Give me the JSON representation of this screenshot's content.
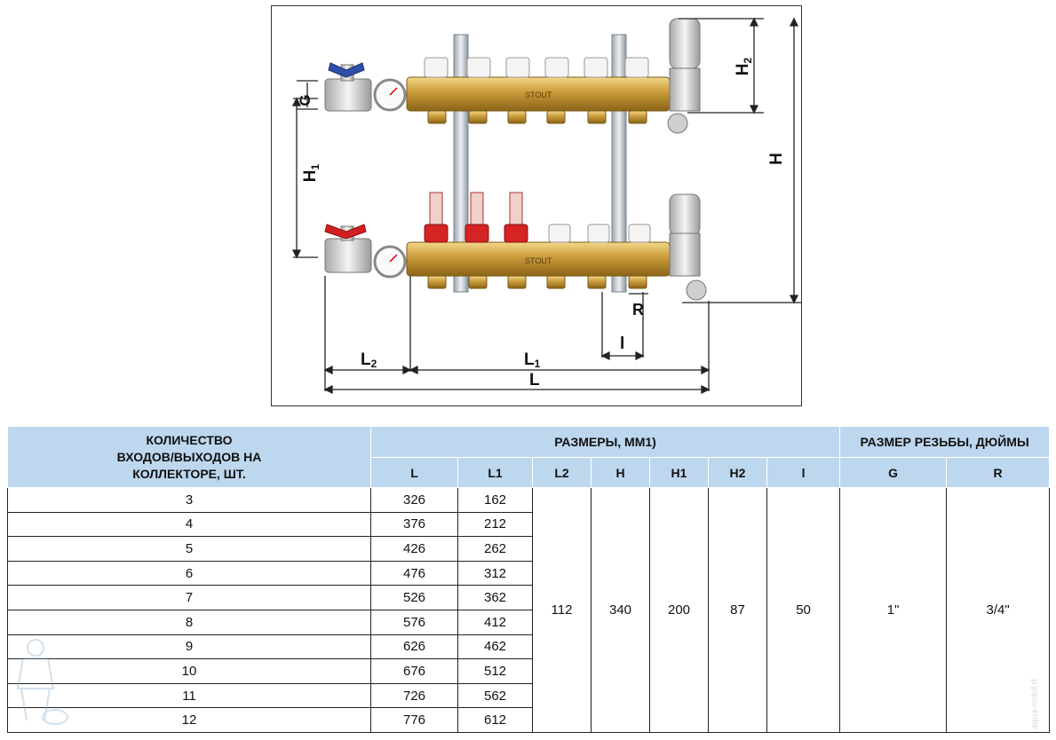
{
  "diagram": {
    "labels": {
      "g": "G",
      "h1": "H1",
      "h1_base": "H",
      "h1_sub": "1",
      "h2_base": "H",
      "h2_sub": "2",
      "h": "H",
      "l2_base": "L",
      "l2_sub": "2",
      "l1_base": "L",
      "l1_sub": "1",
      "l": "L",
      "r": "R",
      "i": "l",
      "brand": "STOUT"
    }
  },
  "table": {
    "header_qty": [
      "КОЛИЧЕСТВО",
      "ВХОДОВ/ВЫХОДОВ НА",
      "КОЛЛЕКТОРЕ, ШТ."
    ],
    "header_dims": "РАЗМЕРЫ, ММ1)",
    "header_thread": "РАЗМЕР РЕЗЬБЫ, ДЮЙМЫ",
    "cols": [
      "L",
      "L1",
      "L2",
      "H",
      "H1",
      "H2",
      "l",
      "G",
      "R"
    ],
    "rows": [
      {
        "qty": "3",
        "L": "326",
        "L1": "162"
      },
      {
        "qty": "4",
        "L": "376",
        "L1": "212"
      },
      {
        "qty": "5",
        "L": "426",
        "L1": "262"
      },
      {
        "qty": "6",
        "L": "476",
        "L1": "312"
      },
      {
        "qty": "7",
        "L": "526",
        "L1": "362"
      },
      {
        "qty": "8",
        "L": "576",
        "L1": "412"
      },
      {
        "qty": "9",
        "L": "626",
        "L1": "462"
      },
      {
        "qty": "10",
        "L": "676",
        "L1": "512"
      },
      {
        "qty": "11",
        "L": "726",
        "L1": "562"
      },
      {
        "qty": "12",
        "L": "776",
        "L1": "612"
      }
    ],
    "shared": {
      "L2": "112",
      "H": "340",
      "H1": "200",
      "H2": "87",
      "l": "50",
      "G": "1\"",
      "R": "3/4\""
    }
  },
  "watermark": "aqua-rmtol.rf"
}
